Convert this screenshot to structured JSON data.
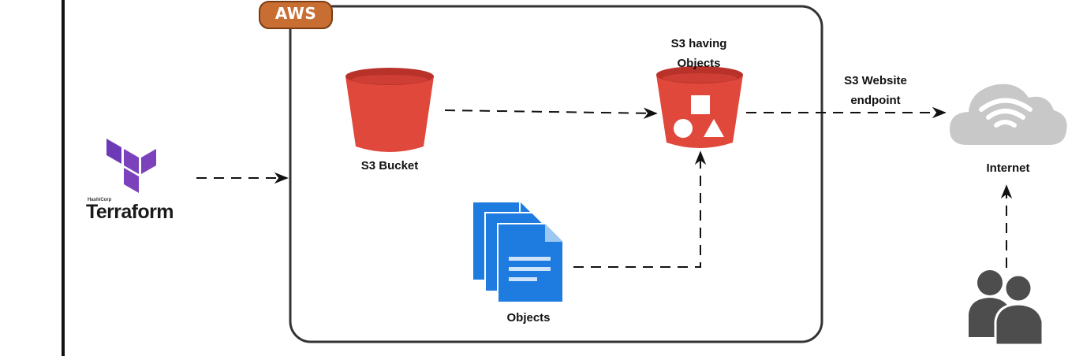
{
  "diagram": {
    "group_label": "AWS",
    "nodes": {
      "terraform": {
        "vendor": "HashiCorp",
        "name": "Terraform",
        "icon": "terraform-logo"
      },
      "s3_bucket": {
        "label": "S3 Bucket",
        "icon": "s3-bucket-icon"
      },
      "s3_objects": {
        "label_line1": "S3 having",
        "label_line2": "Objects",
        "icon": "s3-bucket-with-objects-icon"
      },
      "objects": {
        "label": "Objects",
        "icon": "documents-icon"
      },
      "internet": {
        "label": "Internet",
        "icon": "wifi-cloud-icon"
      },
      "users": {
        "icon": "users-icon"
      }
    },
    "edges": [
      {
        "from": "terraform",
        "to": "aws"
      },
      {
        "from": "s3_bucket",
        "to": "s3_objects"
      },
      {
        "from": "objects",
        "to": "s3_objects"
      },
      {
        "from": "s3_objects",
        "to": "internet",
        "label_line1": "S3 Website",
        "label_line2": "endpoint"
      },
      {
        "from": "users",
        "to": "internet"
      }
    ],
    "colors": {
      "s3_red": "#e0483c",
      "s3_red_dark": "#b8322a",
      "aws_tab": "#c96e33",
      "terraform_purple": "#7b42bc",
      "doc_blue": "#1e7be0",
      "cloud_gray": "#c8c8c8",
      "users_gray": "#4d4d4d"
    }
  }
}
